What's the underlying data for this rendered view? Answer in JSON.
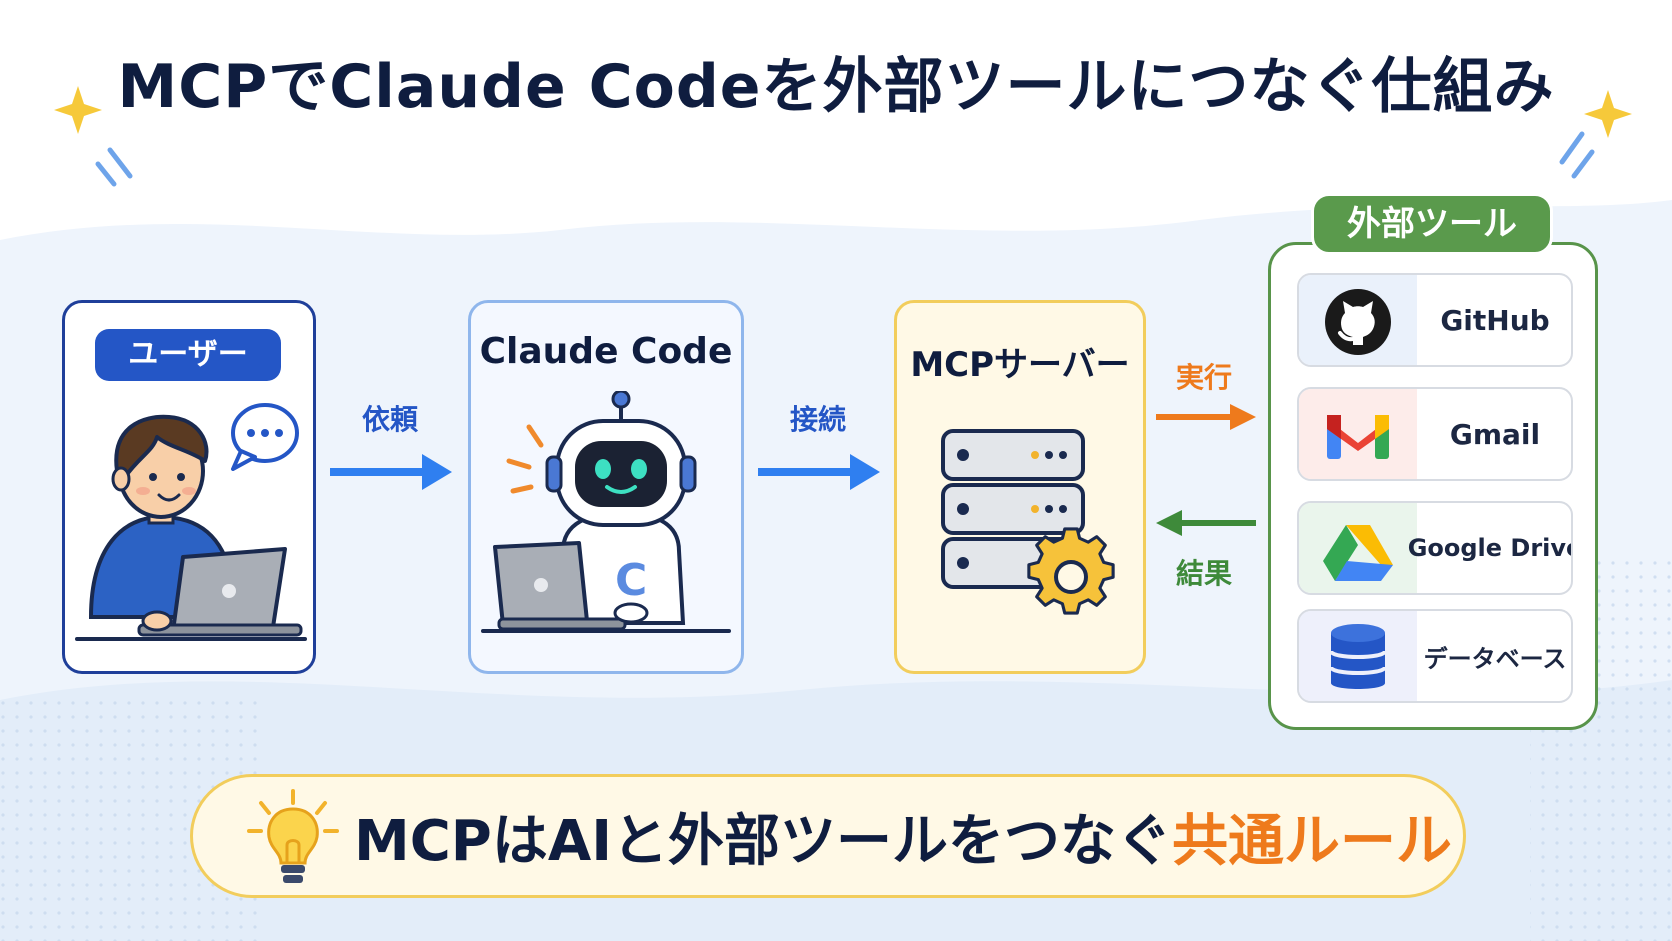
{
  "title": "MCPでClaude Codeを外部ツールにつなぐ仕組み",
  "user": {
    "label": "ユーザー"
  },
  "claude": {
    "label": "Claude Code"
  },
  "mcp": {
    "label": "MCPサーバー"
  },
  "arrows": {
    "request": "依頼",
    "connect": "接続",
    "execute": "実行",
    "result": "結果"
  },
  "tools": {
    "header": "外部ツール",
    "items": [
      {
        "name": "GitHub",
        "icon": "github-icon"
      },
      {
        "name": "Gmail",
        "icon": "gmail-icon"
      },
      {
        "name": "Google Drive",
        "icon": "google-drive-icon"
      },
      {
        "name": "データベース",
        "icon": "database-icon"
      }
    ]
  },
  "banner": {
    "text": "MCPはAIと外部ツールをつなぐ",
    "highlight": "共通ルール"
  },
  "colors": {
    "navy": "#0f1d3f",
    "blue": "#2456c6",
    "arrow_blue": "#2f7ff0",
    "orange": "#ee7a1c",
    "green": "#58944a",
    "yellow": "#f2cd5c"
  }
}
